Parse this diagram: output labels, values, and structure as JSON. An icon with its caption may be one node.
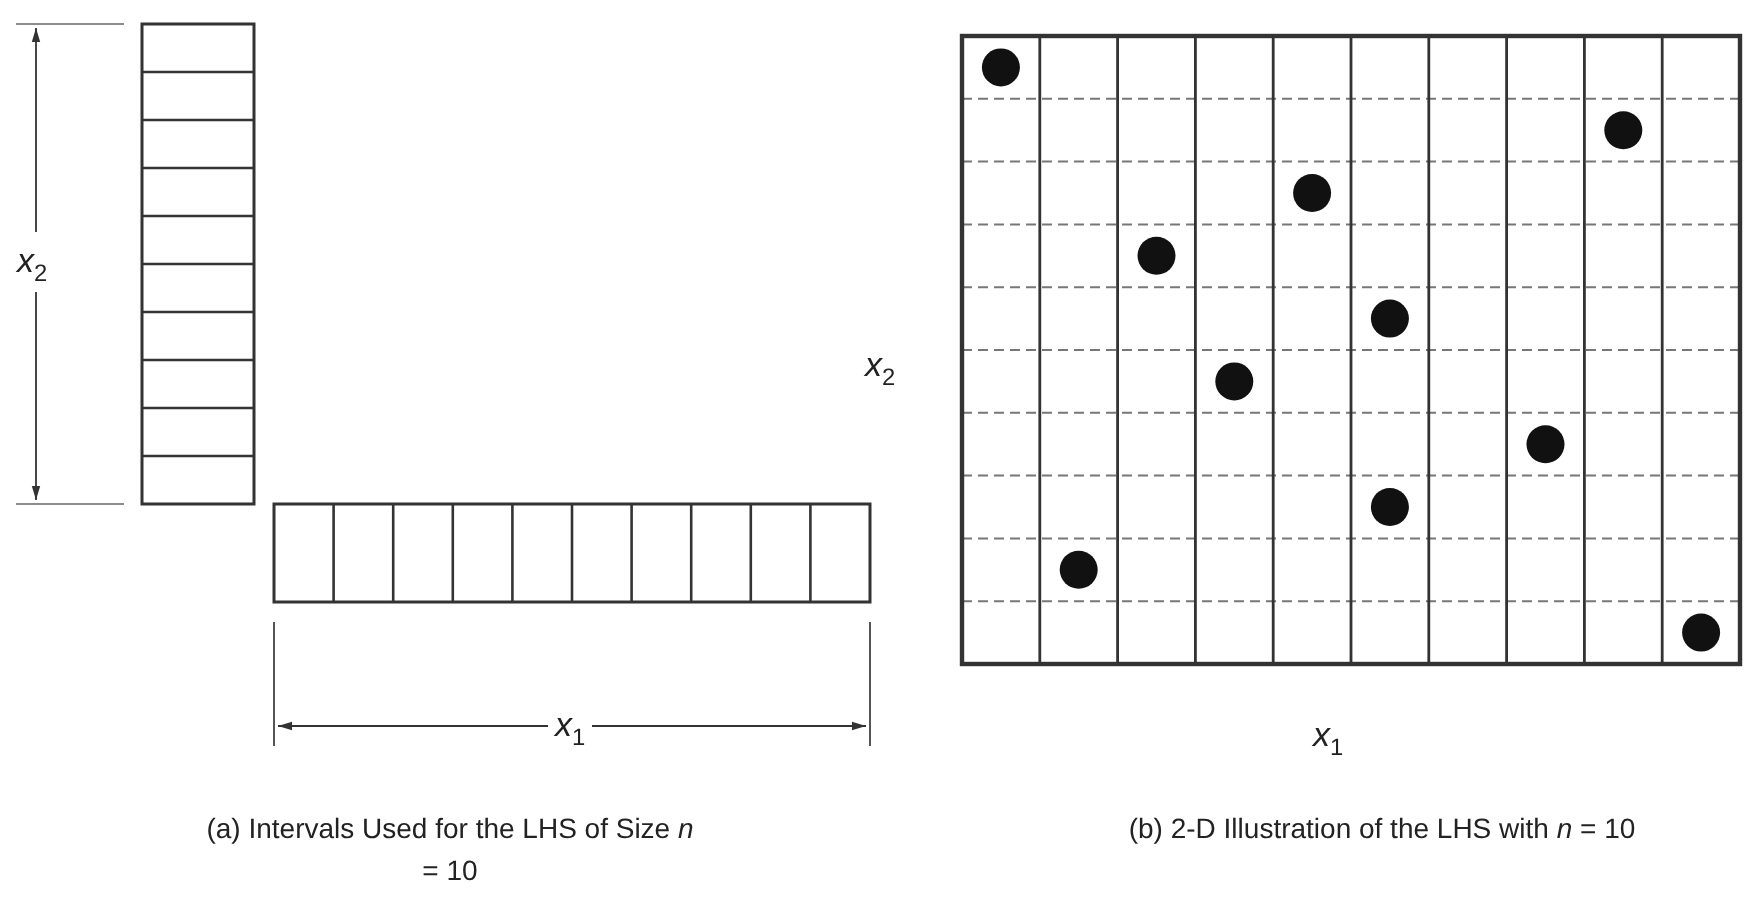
{
  "diagram": {
    "labels": [
      "*x*$_{2}$",
      "*x*$_{2}$",
      "*x*$_{1}$",
      "*x*$_{1}$",
      "(a) Intervals Used for the LHS of Size *n* = 10",
      "(b) 2-D Illustration of the LHS with *n* = 10"
    ]
  }
}
